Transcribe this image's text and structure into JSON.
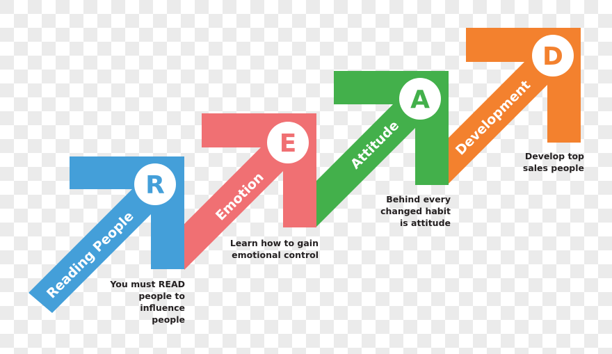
{
  "diagram": {
    "type": "staircase-arrows",
    "acronym": "READ",
    "steps": [
      {
        "letter": "R",
        "label": "Reading People",
        "color": "#449fd9",
        "caption": [
          "You must READ",
          "people to",
          "influence",
          "people"
        ]
      },
      {
        "letter": "E",
        "label": "Emotion",
        "color": "#f07073",
        "caption": [
          "Learn how to gain",
          "emotional control"
        ]
      },
      {
        "letter": "A",
        "label": "Attitude",
        "color": "#43b04b",
        "caption": [
          "Behind every",
          "changed habit",
          "is attitude"
        ]
      },
      {
        "letter": "D",
        "label": "Development",
        "color": "#f3812e",
        "caption": [
          "Develop top",
          "sales people"
        ]
      }
    ],
    "caption_color": "#231f20",
    "background": "transparency-checkerboard"
  }
}
